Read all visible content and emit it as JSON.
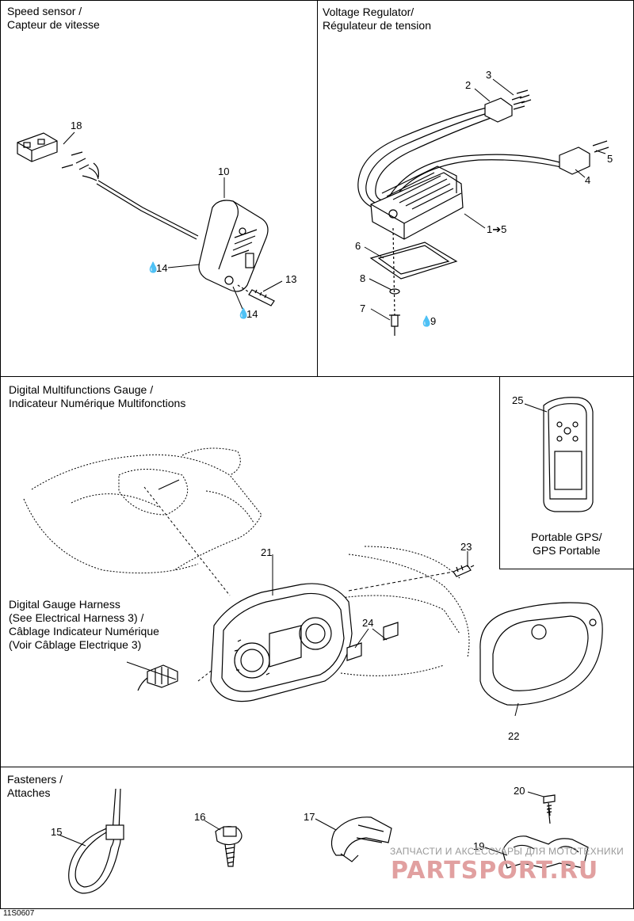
{
  "sections": {
    "speed_sensor": "Speed sensor /\nCapteur de vitesse",
    "voltage_regulator": "Voltage Regulator/\nRégulateur de tension",
    "gauge": "Digital Multifunctions Gauge /\nIndicateur Numérique Multifonctions",
    "fasteners": "Fasteners /\nAttaches"
  },
  "labels": {
    "gps": "Portable GPS/\nGPS Portable",
    "harness": "Digital Gauge Harness\n(See Electrical Harness 3) /\nCâblage Indicateur Numérique\n(Voir Câblage Electrique 3)"
  },
  "callouts": {
    "n18": "18",
    "n10": "10",
    "n14a": "14",
    "n13": "13",
    "n14b": "14",
    "n2": "2",
    "n3": "3",
    "n5": "5",
    "n4": "4",
    "n1": "1➔5",
    "n6": "6",
    "n8": "8",
    "n7": "7",
    "n9": "9",
    "n25": "25",
    "n21": "21",
    "n23": "23",
    "n24": "24",
    "n22": "22",
    "n15": "15",
    "n16": "16",
    "n17": "17",
    "n20": "20",
    "n19": "19"
  },
  "watermark": {
    "line1": "ЗАПЧАСТИ И АКСЕССУАРЫ ДЛЯ МОТОТЕХНИКИ",
    "line2": "PARTSPORT.RU"
  },
  "drawing_code": "11S0607",
  "icons": [
    "oil-drop-icon"
  ]
}
